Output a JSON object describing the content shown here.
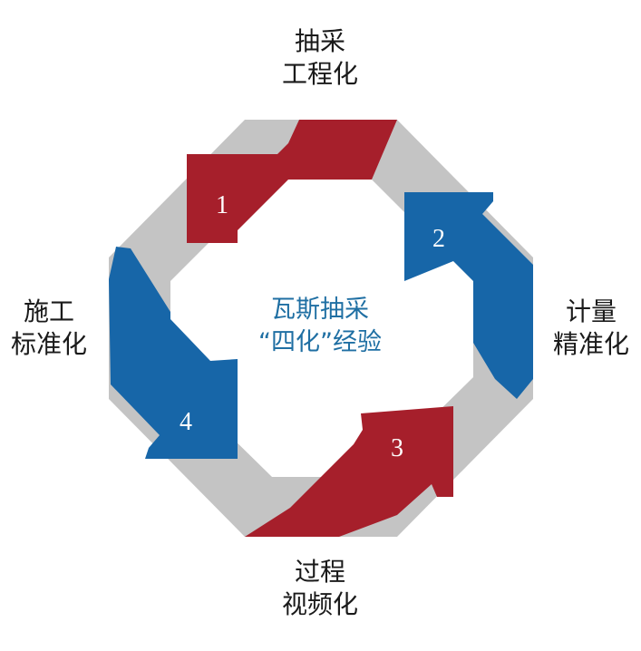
{
  "labels": {
    "top": [
      "抽采",
      "工程化"
    ],
    "right": [
      "计量",
      "精准化"
    ],
    "bottom": [
      "过程",
      "视频化"
    ],
    "left": [
      "施工",
      "标准化"
    ]
  },
  "center": [
    "瓦斯抽采",
    "“四化”经验"
  ],
  "steps": [
    "1",
    "2",
    "3",
    "4"
  ],
  "colors": {
    "red": "#a61f2b",
    "blue": "#1766a8",
    "gray": "#c4c4c4",
    "center_text": "#1f6fa3"
  }
}
